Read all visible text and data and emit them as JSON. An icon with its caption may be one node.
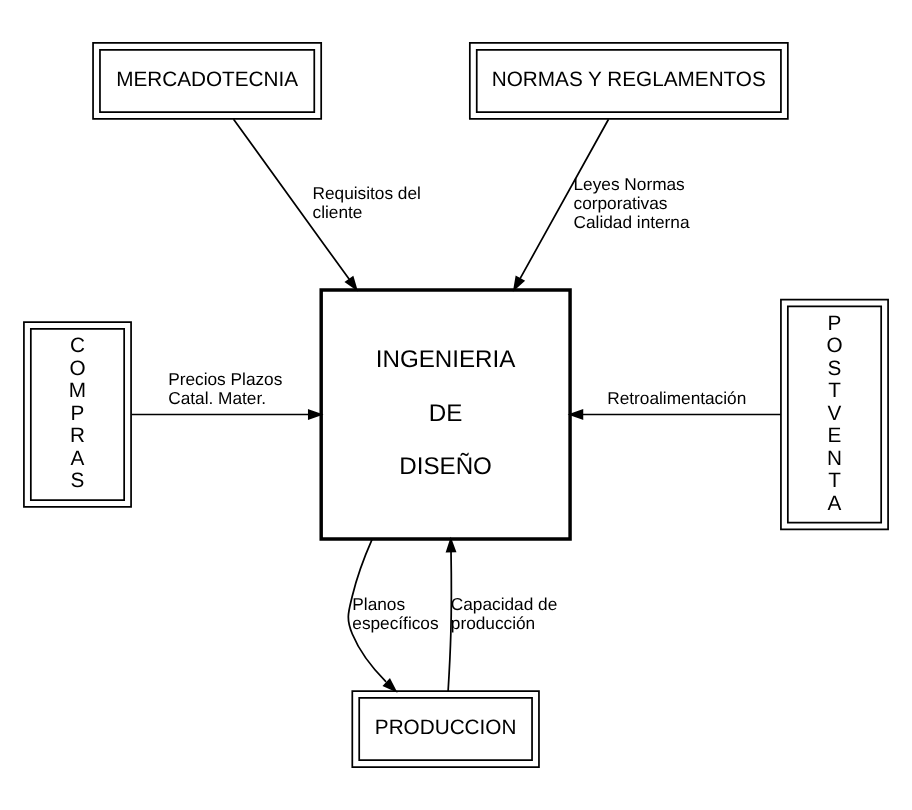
{
  "diagram": {
    "nodes": [
      {
        "text": [
          "MERCADOTECNIA"
        ]
      },
      {
        "text": [
          "NORMAS Y REGLAMENTOS"
        ]
      },
      {
        "text": [
          "COMPRAS"
        ]
      },
      {
        "text": [
          "INGENIERIA DE DISEÑO"
        ]
      },
      {
        "text": [
          "POSTVENTA"
        ]
      },
      {
        "text": [
          "PRODUCCION"
        ]
      }
    ],
    "edges": [
      {
        "from": 0,
        "to": 3,
        "arrow": "to",
        "label": "Requisitos del cliente"
      },
      {
        "from": 1,
        "to": 3,
        "arrow": "to",
        "label": "Leyes Normas corporativas Calidad interna"
      },
      {
        "from": 2,
        "to": 3,
        "arrow": "to",
        "label": "Precios Plazos Catal. Mater."
      },
      {
        "from": 4,
        "to": 3,
        "arrow": "to",
        "label": "Retroalimentación"
      },
      {
        "from": 3,
        "to": 5,
        "arrow": "to",
        "label": "Planos específicos"
      },
      {
        "from": 5,
        "to": 3,
        "arrow": "to",
        "label": "Capacidad de producción"
      }
    ]
  }
}
